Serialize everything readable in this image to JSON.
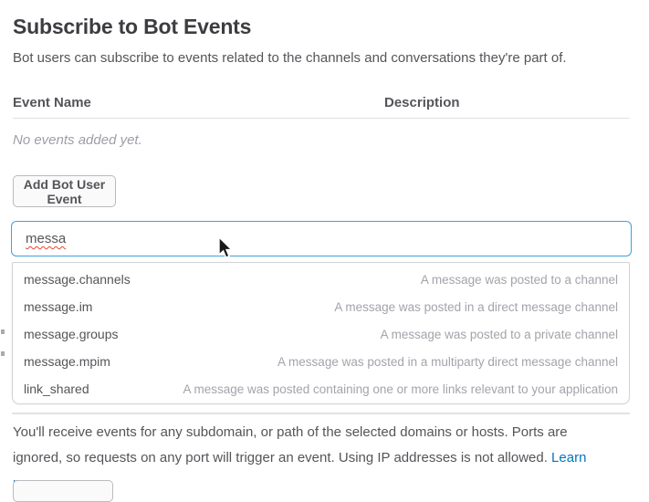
{
  "page": {
    "title": "Subscribe to Bot Events",
    "subtitle": "Bot users can subscribe to events related to the channels and conversations they're part of."
  },
  "events_table": {
    "columns": [
      "Event Name",
      "Description"
    ],
    "empty_state": "No events added yet."
  },
  "actions": {
    "add_button_label": "Add Bot User Event"
  },
  "event_search": {
    "value": "messa",
    "suggestions": [
      {
        "name": "message.channels",
        "description": "A message was posted to a channel"
      },
      {
        "name": "message.im",
        "description": "A message was posted in a direct message channel"
      },
      {
        "name": "message.groups",
        "description": "A message was posted to a private channel"
      },
      {
        "name": "message.mpim",
        "description": "A message was posted in a multiparty direct message channel"
      },
      {
        "name": "link_shared",
        "description": "A message was posted containing one or more links relevant to your application"
      }
    ]
  },
  "footer_note": {
    "text_before_link": "You'll receive events for any subdomain, or path of the selected domains or hosts. Ports are ignored, so requests on any port will trigger an event. Using IP addresses is not allowed. ",
    "link_label": "Learn more."
  },
  "colors": {
    "accent_blue": "#40a0dc",
    "link_blue": "#0576b9",
    "heading_text": "#3d3c40",
    "body_text": "#555459",
    "muted_text": "#9e9ea6",
    "divider": "#e0e0e3"
  }
}
